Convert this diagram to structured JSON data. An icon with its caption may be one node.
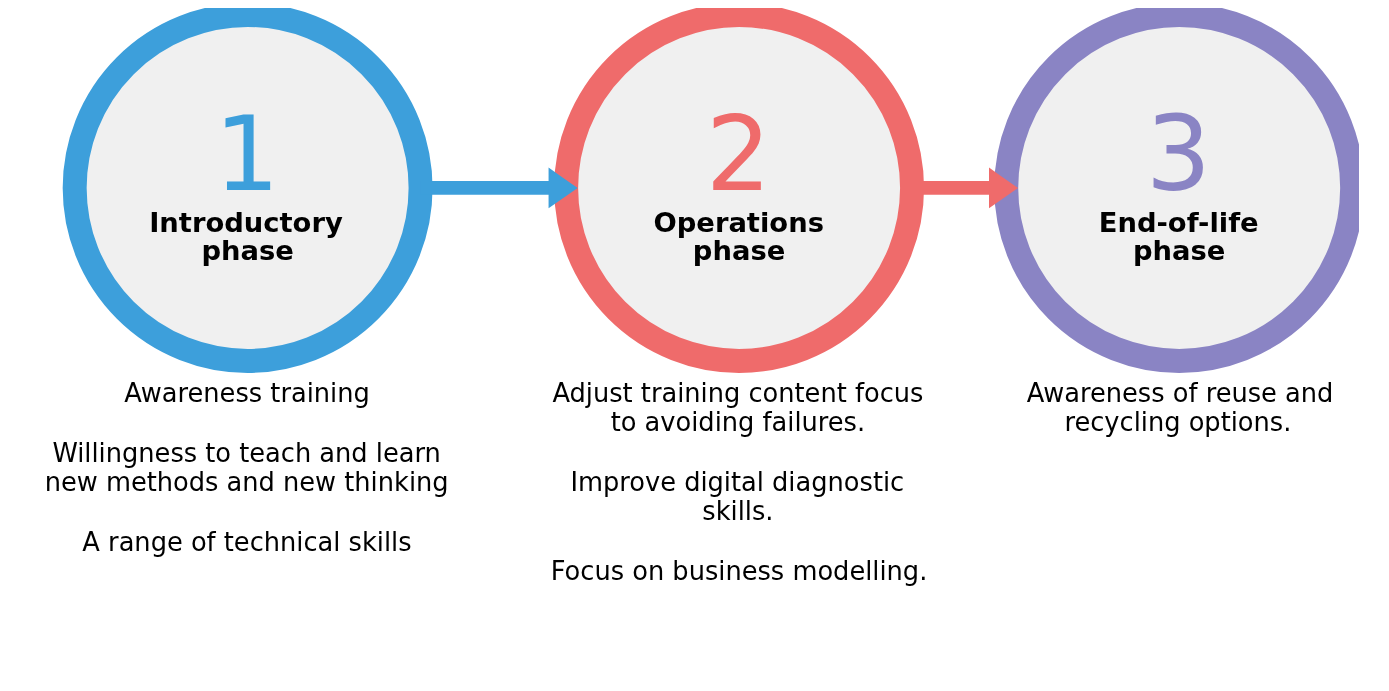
{
  "diagram": {
    "nodes": [
      {
        "text": [
          "1",
          "Introductory phase"
        ],
        "beside": [
          "Awareness training",
          "Willingness to teach and learn new methods and new thinking",
          "A range of technical skills"
        ]
      },
      {
        "text": [
          "2",
          "Operations phase"
        ],
        "beside": [
          "Adjust training content focus to avoiding failures.",
          "Improve digital diagnostic skills.",
          "Focus on business modelling."
        ]
      },
      {
        "text": [
          "3",
          "End-of-life phase"
        ],
        "beside": [
          "Awareness of reuse and recycling options."
        ]
      }
    ],
    "edges": [
      {
        "from": 0,
        "to": 1,
        "arrow": "to",
        "color": "#3d9fdb"
      },
      {
        "from": 1,
        "to": 2,
        "arrow": "to",
        "color": "#ef6b6b"
      }
    ]
  }
}
